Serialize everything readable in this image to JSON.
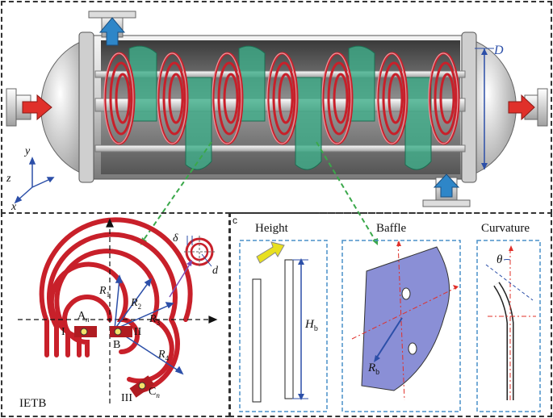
{
  "top": {
    "diameter_label": "D",
    "axis_y": "y",
    "axis_z": "z",
    "axis_x": "x"
  },
  "ietb": {
    "caption": "IETB",
    "delta": "δ",
    "d": "d",
    "r1": "R",
    "r1_sub": "1",
    "r2": "R",
    "r2_sub": "2",
    "r3": "R",
    "r3_sub": "3",
    "r4": "R",
    "r4_sub": "4",
    "an": "A",
    "an_sub": "n",
    "b": "B",
    "cn": "C",
    "cn_sub": "n",
    "region_1": "I",
    "region_2": "II",
    "region_3": "III"
  },
  "right": {
    "panel_letter": "c",
    "height_title": "Height",
    "baffle_title": "Baffle",
    "curvature_title": "Curvature",
    "hb": "H",
    "hb_sub": "b",
    "rb": "R",
    "rb_sub": "b",
    "theta": "θ"
  },
  "colors": {
    "coil": "#c8202a",
    "coil_light": "#f0a0a8",
    "baffle": "#3fae8a",
    "baffle_plate": "#8a8fd6",
    "arrow_red": "#e0302a",
    "arrow_blue": "#2e86c8",
    "dim_blue": "#2c4fa8",
    "guide_green": "#3aa84a"
  }
}
